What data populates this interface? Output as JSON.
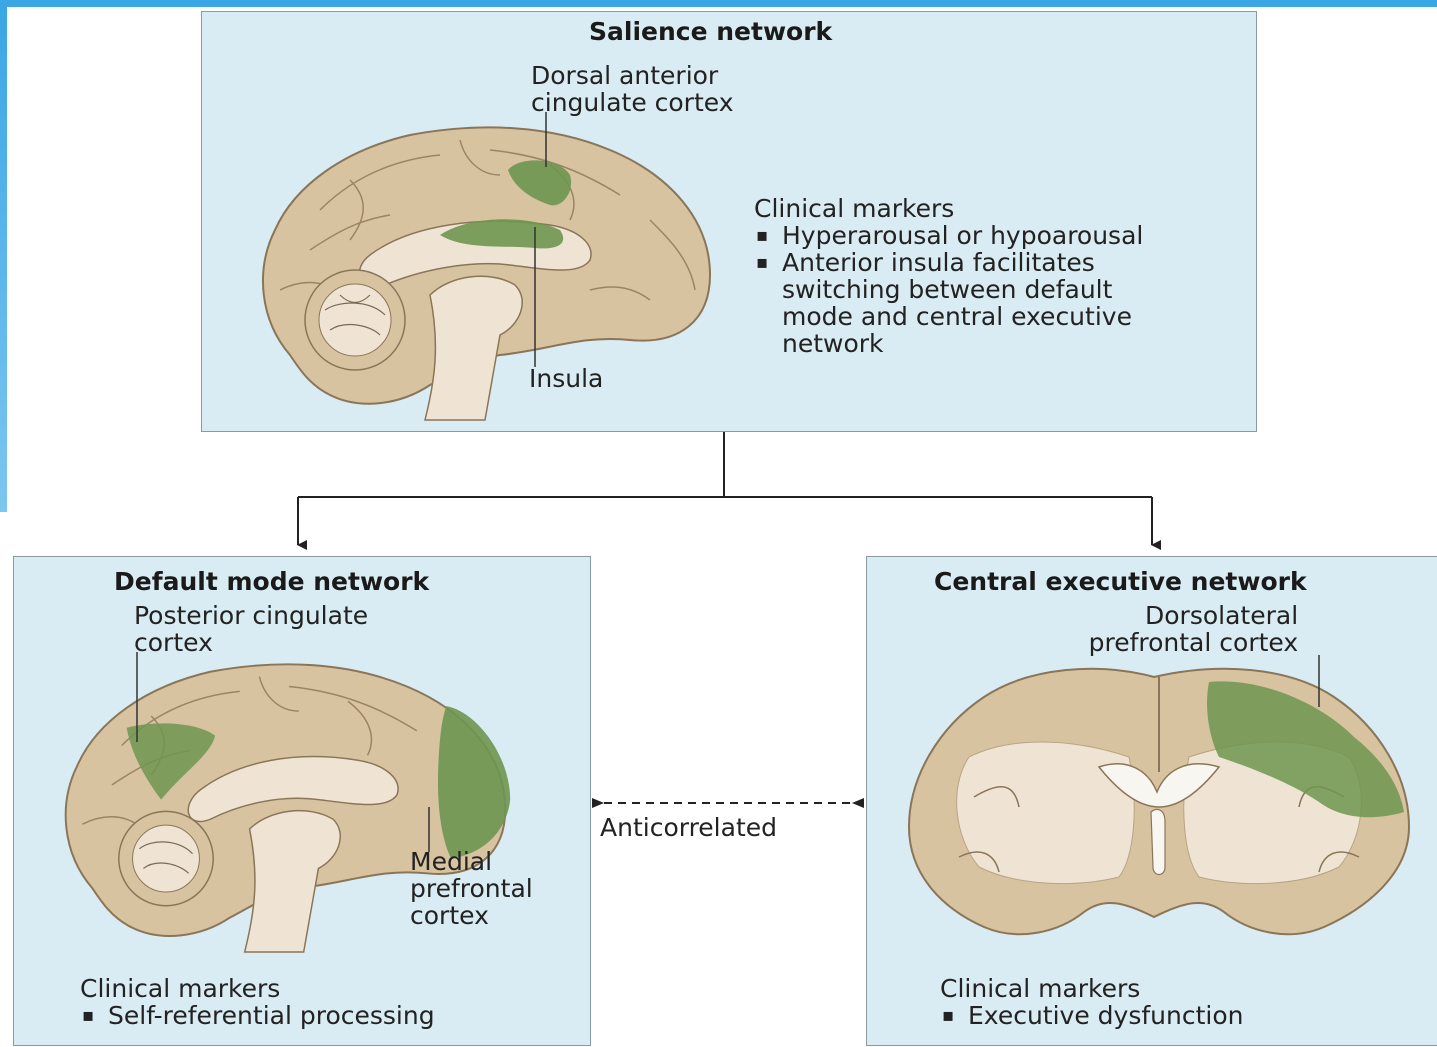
{
  "salience": {
    "title": "Salience network",
    "label_dacc": [
      "Dorsal anterior",
      "cingulate cortex"
    ],
    "label_insula": "Insula",
    "markers_heading": "Clinical markers",
    "markers": [
      "Hyperarousal or hypoarousal",
      [
        "Anterior insula facilitates",
        "switching between default",
        "mode and central executive",
        "network"
      ]
    ]
  },
  "default_mode": {
    "title": "Default mode network",
    "label_pcc": [
      "Posterior cingulate",
      "cortex"
    ],
    "label_mpfc": [
      "Medial",
      "prefrontal",
      "cortex"
    ],
    "markers_heading": "Clinical markers",
    "markers": [
      "Self-referential processing"
    ]
  },
  "central_executive": {
    "title": "Central executive network",
    "label_dlpfc": [
      "Dorsolateral",
      "prefrontal cortex"
    ],
    "markers_heading": "Clinical markers",
    "markers": [
      "Executive dysfunction"
    ]
  },
  "relation_label": "Anticorrelated",
  "colors": {
    "panel": "#d9ebf3",
    "brain": "#d7c3a0",
    "white_matter": "#efe4d4",
    "highlight": "#6e9650",
    "accent": "#3aa6e4"
  }
}
